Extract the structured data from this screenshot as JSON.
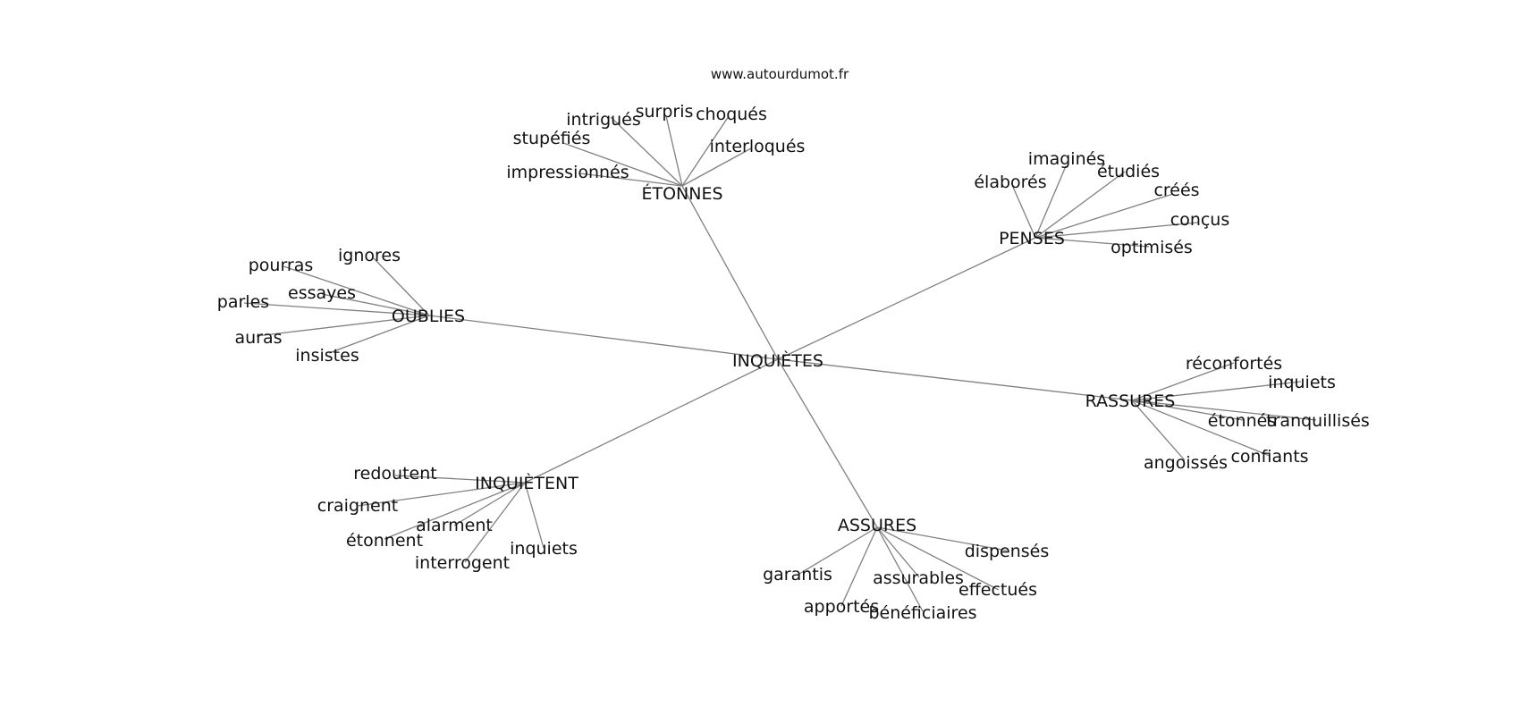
{
  "site": "www.autourdumot.fr",
  "center": "INQUIÈTES",
  "hubs": [
    {
      "id": "etonnes",
      "label": "ÉTONNES",
      "words": [
        "intrigués",
        "surpris",
        "choqués",
        "stupéfiés",
        "interloqués",
        "impressionnés"
      ]
    },
    {
      "id": "penses",
      "label": "PENSES",
      "words": [
        "imaginés",
        "étudiés",
        "élaborés",
        "créés",
        "conçus",
        "optimisés"
      ]
    },
    {
      "id": "oublies",
      "label": "OUBLIES",
      "words": [
        "ignores",
        "pourras",
        "essayes",
        "parles",
        "auras",
        "insistes"
      ]
    },
    {
      "id": "rassures",
      "label": "RASSURES",
      "words": [
        "réconfortés",
        "inquiets",
        "étonnés",
        "tranquillisés",
        "confiants",
        "angoissés"
      ]
    },
    {
      "id": "inquietent",
      "label": "INQUIÈTENT",
      "words": [
        "redoutent",
        "craignent",
        "alarment",
        "étonnent",
        "interrogent",
        "inquiets"
      ]
    },
    {
      "id": "assures",
      "label": "ASSURES",
      "words": [
        "dispensés",
        "garantis",
        "assurables",
        "effectués",
        "apportés",
        "bénéficiaires"
      ]
    }
  ]
}
